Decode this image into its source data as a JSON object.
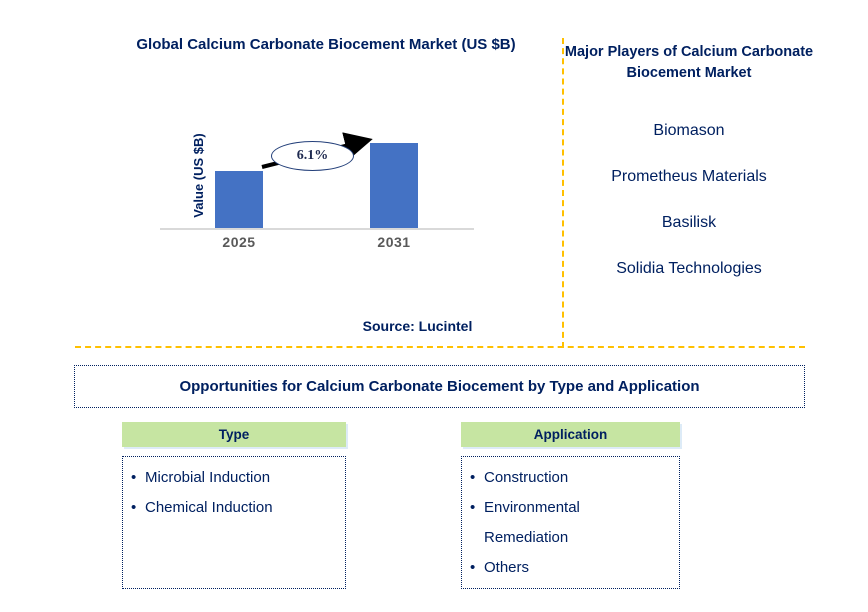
{
  "chart": {
    "title": "Global Calcium Carbonate Biocement Market (US $B)",
    "source": "Source: Lucintel",
    "chart_data": {
      "type": "bar",
      "categories": [
        "2025",
        "2031"
      ],
      "values": [
        57,
        85
      ],
      "title": "Global Calcium Carbonate Biocement Market (US $B)",
      "xlabel": "",
      "ylabel": "Value (US $B)",
      "ylim": [
        0,
        100
      ],
      "grid": false,
      "legend": "none",
      "bar_color": "#4472C4",
      "annotation": "6.1%",
      "annotation_meaning": "growth from 2025 to 2031 shown with arrow and ellipse"
    }
  },
  "players": {
    "heading": "Major Players of Calcium Carbonate Biocement Market",
    "items": [
      "Biomason",
      "Prometheus Materials",
      "Basilisk",
      "Solidia Technologies"
    ]
  },
  "opportunities": {
    "title": "Opportunities for Calcium Carbonate Biocement by Type and Application",
    "type": {
      "header": "Type",
      "items": [
        "Microbial Induction",
        "Chemical Induction"
      ]
    },
    "application": {
      "header": "Application",
      "items": [
        "Construction",
        "Environmental Remediation",
        "Others"
      ]
    },
    "bullet_glyph": "•"
  },
  "colors": {
    "navy_text": "#002060",
    "bar_blue": "#4472C4",
    "divider_yellow": "#FFC000",
    "header_green": "#C6E5A2",
    "axis_gray": "#D9D9D9",
    "tick_gray": "#595959"
  }
}
